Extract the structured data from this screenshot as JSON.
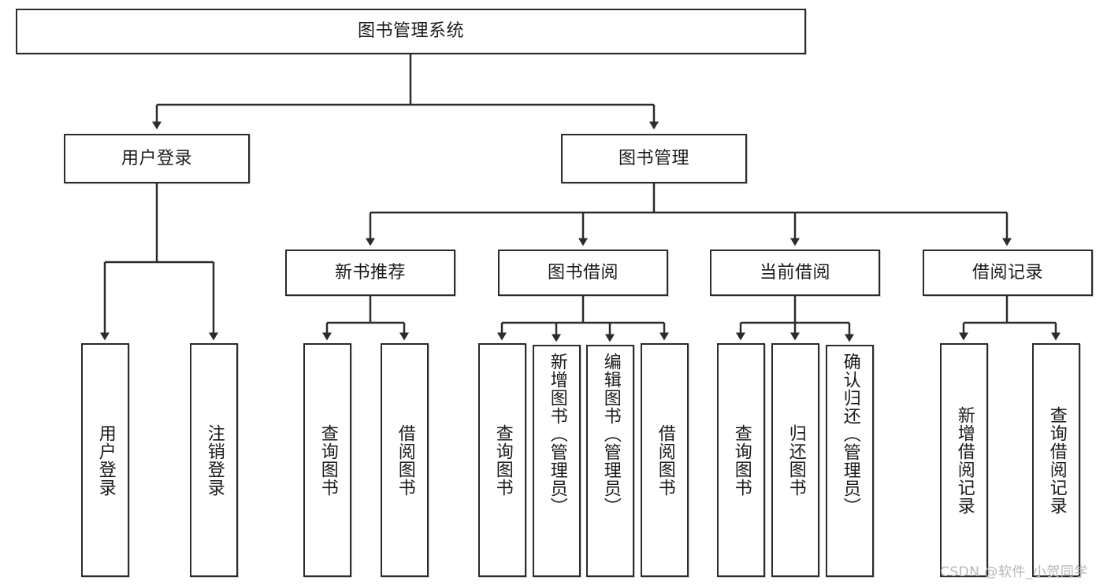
{
  "diagram": {
    "title": "图书管理系统",
    "type": "tree",
    "root": {
      "label": "图书管理系统"
    },
    "level2": [
      {
        "label": "用户登录"
      },
      {
        "label": "图书管理"
      }
    ],
    "level3": [
      {
        "label": "新书推荐"
      },
      {
        "label": "图书借阅"
      },
      {
        "label": "当前借阅"
      },
      {
        "label": "借阅记录"
      }
    ],
    "leaves": {
      "user_login": [
        {
          "label": "用户登录"
        },
        {
          "label": "注销登录"
        }
      ],
      "new_book_recommend": [
        {
          "label": "查询图书"
        },
        {
          "label": "借阅图书"
        }
      ],
      "book_borrow": [
        {
          "label": "查询图书"
        },
        {
          "label": "新增图书（管理员）"
        },
        {
          "label": "编辑图书（管理员）"
        },
        {
          "label": "借阅图书"
        }
      ],
      "current_borrow": [
        {
          "label": "查询图书"
        },
        {
          "label": "归还图书"
        },
        {
          "label": "确认归还（管理员）"
        }
      ],
      "borrow_record": [
        {
          "label": "新增借阅记录"
        },
        {
          "label": "查询借阅记录"
        }
      ]
    }
  },
  "watermark": {
    "text": "CSDN @软件_小贺同学"
  },
  "colors": {
    "border": "#2b2b2b",
    "background": "#ffffff",
    "text": "#1a1a1a",
    "watermark": "#b6b6b6"
  }
}
